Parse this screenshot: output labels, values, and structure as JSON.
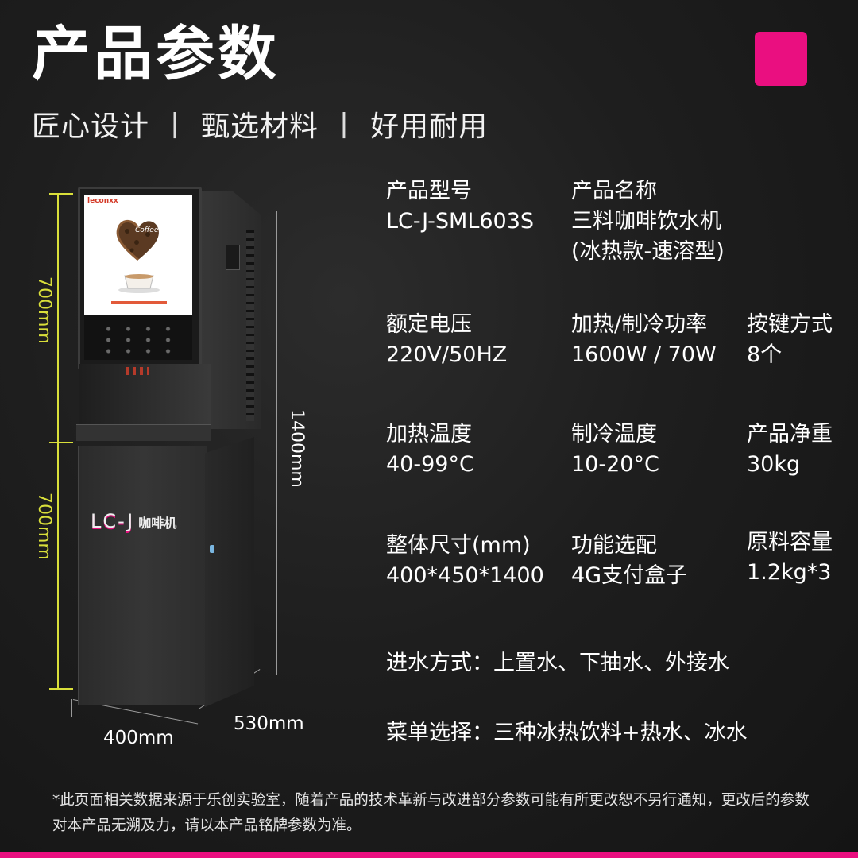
{
  "title": "产品参数",
  "subtitle": {
    "a": "匠心设计",
    "sep": "丨",
    "b": "甄选材料",
    "c": "好用耐用"
  },
  "colors": {
    "accent": "#ea0f80",
    "dimension": "#d9df3a",
    "background": "#1e1e1e"
  },
  "dimensions": {
    "upper": "700mm",
    "lower": "700mm",
    "total": "1400mm",
    "width": "400mm",
    "depth": "530mm"
  },
  "machine": {
    "brand_screen": "leconxx",
    "coffee_word": "Coffee",
    "logo": "LC-J",
    "logo_sub": "咖啡机"
  },
  "specs": [
    {
      "label": "产品型号",
      "value": "LC-J-SML603S"
    },
    {
      "label": "产品名称",
      "value": "三料咖啡饮水机\n(冰热款-速溶型)"
    },
    {
      "label": "额定电压",
      "value": "220V/50HZ"
    },
    {
      "label": "加热/制冷功率",
      "value": "1600W / 70W"
    },
    {
      "label": "按键方式",
      "value": "8个"
    },
    {
      "label": "加热温度",
      "value": "40-99°C"
    },
    {
      "label": "制冷温度",
      "value": "10-20°C"
    },
    {
      "label": "产品净重",
      "value": "30kg"
    },
    {
      "label": "整体尺寸(mm)",
      "value": "400*450*1400"
    },
    {
      "label": "功能选配",
      "value": "4G支付盒子"
    },
    {
      "label": "原料容量",
      "value": "1.2kg*3"
    }
  ],
  "water_intake": "进水方式：上置水、下抽水、外接水",
  "menu_choice": "菜单选择：三种冰热饮料+热水、冰水",
  "footer": "*此页面相关数据来源于乐创实验室，随着产品的技术革新与改进部分参数可能有所更改恕不另行通知，更改后的参数对本产品无溯及力，请以本产品铭牌参数为准。"
}
